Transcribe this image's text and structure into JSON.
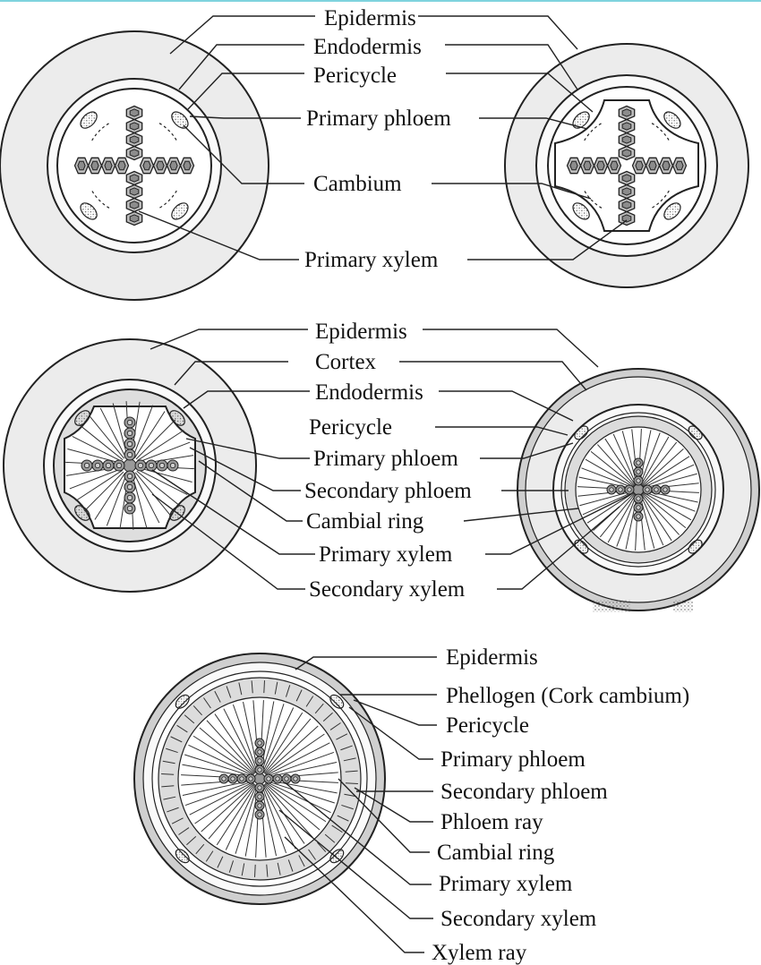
{
  "diagram": {
    "colors": {
      "ring_fill": "#ececec",
      "dark_ring": "#cfcfcf",
      "xylem_fill": "#9a9a9a",
      "line": "#222222",
      "accent_rule": "#7fd3de"
    },
    "stage1": {
      "labels": {
        "epidermis": "Epidermis",
        "endodermis": "Endodermis",
        "pericycle": "Pericycle",
        "primary_phloem": "Primary phloem",
        "cambium": "Cambium",
        "primary_xylem": "Primary xylem"
      }
    },
    "stage2": {
      "labels": {
        "epidermis": "Epidermis",
        "cortex": "Cortex",
        "endodermis": "Endodermis",
        "pericycle": "Pericycle",
        "primary_phloem": "Primary phloem",
        "secondary_phloem": "Secondary phloem",
        "cambial_ring": "Cambial ring",
        "primary_xylem": "Primary xylem",
        "secondary_xylem": "Secondary xylem"
      }
    },
    "stage3": {
      "labels": {
        "epidermis": "Epidermis",
        "phellogen": "Phellogen (Cork cambium)",
        "pericycle": "Pericycle",
        "primary_phloem": "Primary phloem",
        "secondary_phloem": "Secondary phloem",
        "phloem_ray": "Phloem ray",
        "cambial_ring": "Cambial ring",
        "primary_xylem": "Primary xylem",
        "secondary_xylem": "Secondary xylem",
        "xylem_ray": "Xylem ray"
      }
    }
  }
}
